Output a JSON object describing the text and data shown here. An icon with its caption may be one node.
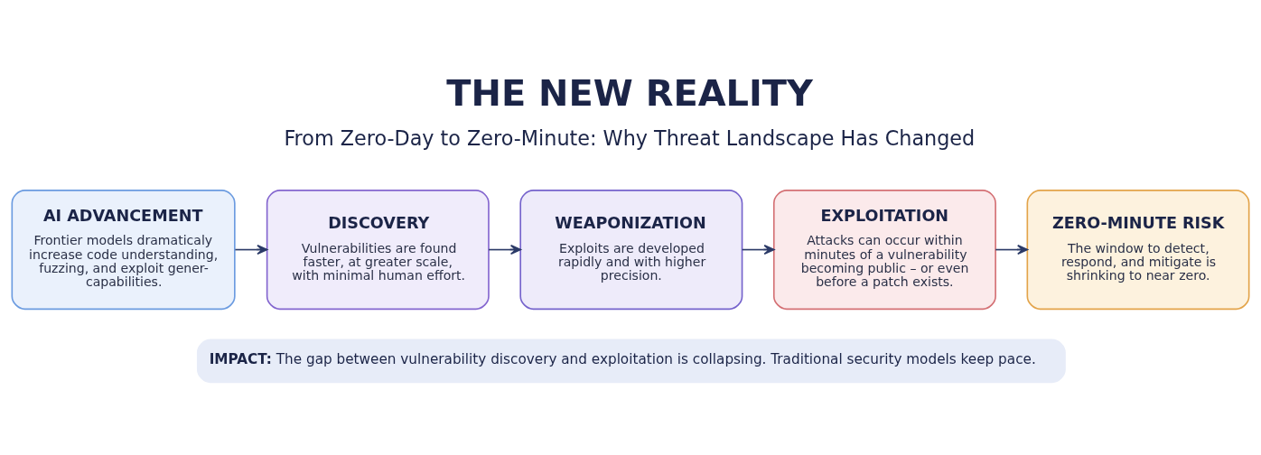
{
  "diagram": {
    "title": "THE NEW REALITY",
    "nodes": [
      {
        "text": [
          "AI ADVANCEMENT",
          "Frontier models dramaticaly increase code understanding, fuzzing, and exploit gener- capabilities."
        ]
      },
      {
        "text": [
          "DISCOVERY",
          "Vulnerabilities are found faster, at greater scale, with minimal human effort."
        ]
      },
      {
        "text": [
          "WEAPONIZATION",
          "Exploits are developed rapidly and with higher precision."
        ]
      },
      {
        "text": [
          "EXPLOITATION",
          "Attacks can occur within minutes of a vulnerability becoming public – or even before a patch exists."
        ]
      },
      {
        "text": [
          "ZERO-MINUTE RISK",
          "The window to detect, respond, and mitigate is shrinking to near zero."
        ]
      },
      {
        "text": [
          "**IMPACT:** The gap between vulnerability discovery and exploitation is collapsing. Traditional security models keep pace."
        ]
      }
    ],
    "edges": [
      {
        "from": 0,
        "to": 1,
        "arrow": "to"
      },
      {
        "from": 1,
        "to": 2,
        "arrow": "to"
      },
      {
        "from": 2,
        "to": 3,
        "arrow": "to"
      },
      {
        "from": 3,
        "to": 4,
        "arrow": "to"
      }
    ],
    "labels": [
      "From Zero-Day to Zero-Minute: Why Threat Landscape Has Changed"
    ]
  }
}
